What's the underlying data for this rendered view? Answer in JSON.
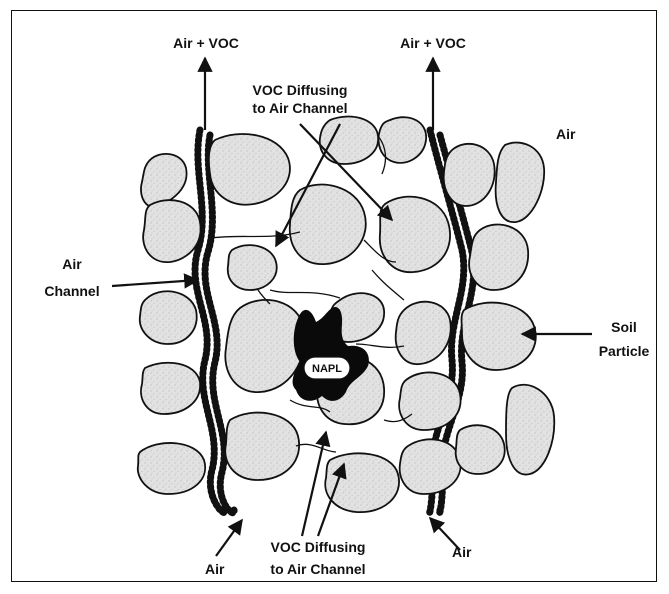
{
  "labels": {
    "top_left": "Air + VOC",
    "top_right": "Air + VOC",
    "diffusing_top_line1": "VOC Diffusing",
    "diffusing_top_line2": "to Air Channel",
    "air_top_right": "Air",
    "air_channel_line1": "Air",
    "air_channel_line2": "Channel",
    "soil_line1": "Soil",
    "soil_line2": "Particle",
    "napl": "NAPL",
    "air_bottom_left": "Air",
    "air_bottom_right": "Air",
    "diffusing_bottom_line1": "VOC Diffusing",
    "diffusing_bottom_line2": "to Air Channel"
  },
  "colors": {
    "particle_fill": "#dcdcdc",
    "outline": "#111111",
    "napl": "#0a0a0a",
    "background": "#ffffff"
  }
}
